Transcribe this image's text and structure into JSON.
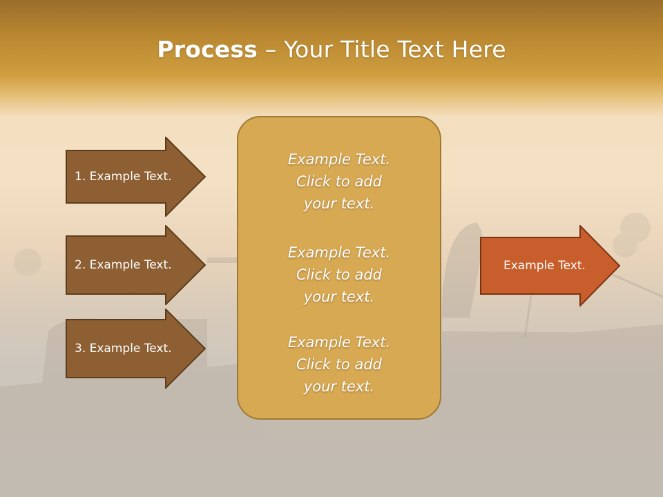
{
  "title": {
    "bold": "Process",
    "rest": " – Your Title Text Here"
  },
  "left_arrows": [
    {
      "label": "1. Example Text."
    },
    {
      "label": "2. Example Text."
    },
    {
      "label": "3. Example Text."
    }
  ],
  "center_box": {
    "paragraphs": [
      {
        "line1": "Example Text.",
        "line2": "Click  to add",
        "line3": "your text."
      },
      {
        "line1": "Example Text.",
        "line2": "Click  to add",
        "line3": "your text."
      },
      {
        "line1": "Example Text.",
        "line2": "Click  to add",
        "line3": "your text."
      }
    ]
  },
  "right_arrow": {
    "label": "Example Text."
  },
  "colors": {
    "left_arrow_fill": "#8d5f33",
    "right_arrow_fill": "#c85e2b",
    "center_box_fill": "#d8a953",
    "header_gold": "#c6912f"
  }
}
